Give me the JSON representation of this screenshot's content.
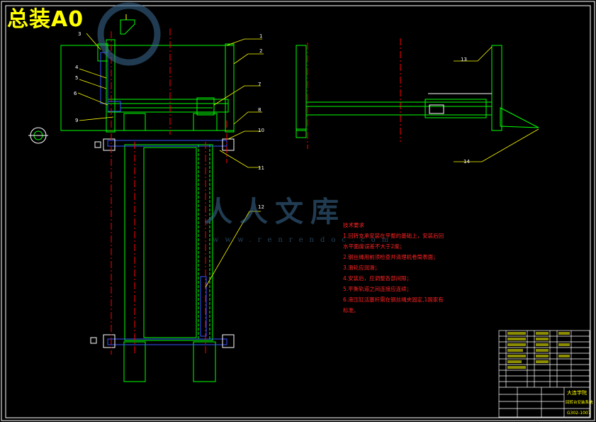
{
  "sheet": {
    "title": "总装A0"
  },
  "balloons": [
    "1",
    "2",
    "3",
    "4",
    "5",
    "6",
    "7",
    "8",
    "9",
    "10",
    "11",
    "12",
    "13",
    "14"
  ],
  "tech_requirements": {
    "heading": "技术要求",
    "lines": [
      "1.回转支承安装在平整的基础上，安装后回",
      "水平面度误差不大于2度；",
      "2.钢丝绳用前须检查并清理机卷筒表面；",
      "3.滑轮应润滑；",
      "4.安装后，应调整各部间隙；",
      "5.平衡轨道之间连接应连续；",
      "6.液压缸活塞杆需在钢丝绳夹固定,1国家有",
      "   标准。"
    ]
  },
  "title_block": {
    "company": "大连学院",
    "drawing_name": "回转台安装系统",
    "drawing_no": "G302-1007"
  },
  "watermark": {
    "brand": "人人文库",
    "url": "www.renrendoc.com"
  },
  "colors": {
    "frame": "#ffffff",
    "outline": "#00ff00",
    "centerline": "#ff0000",
    "leader": "#ffff00",
    "part": "#3355ff"
  }
}
